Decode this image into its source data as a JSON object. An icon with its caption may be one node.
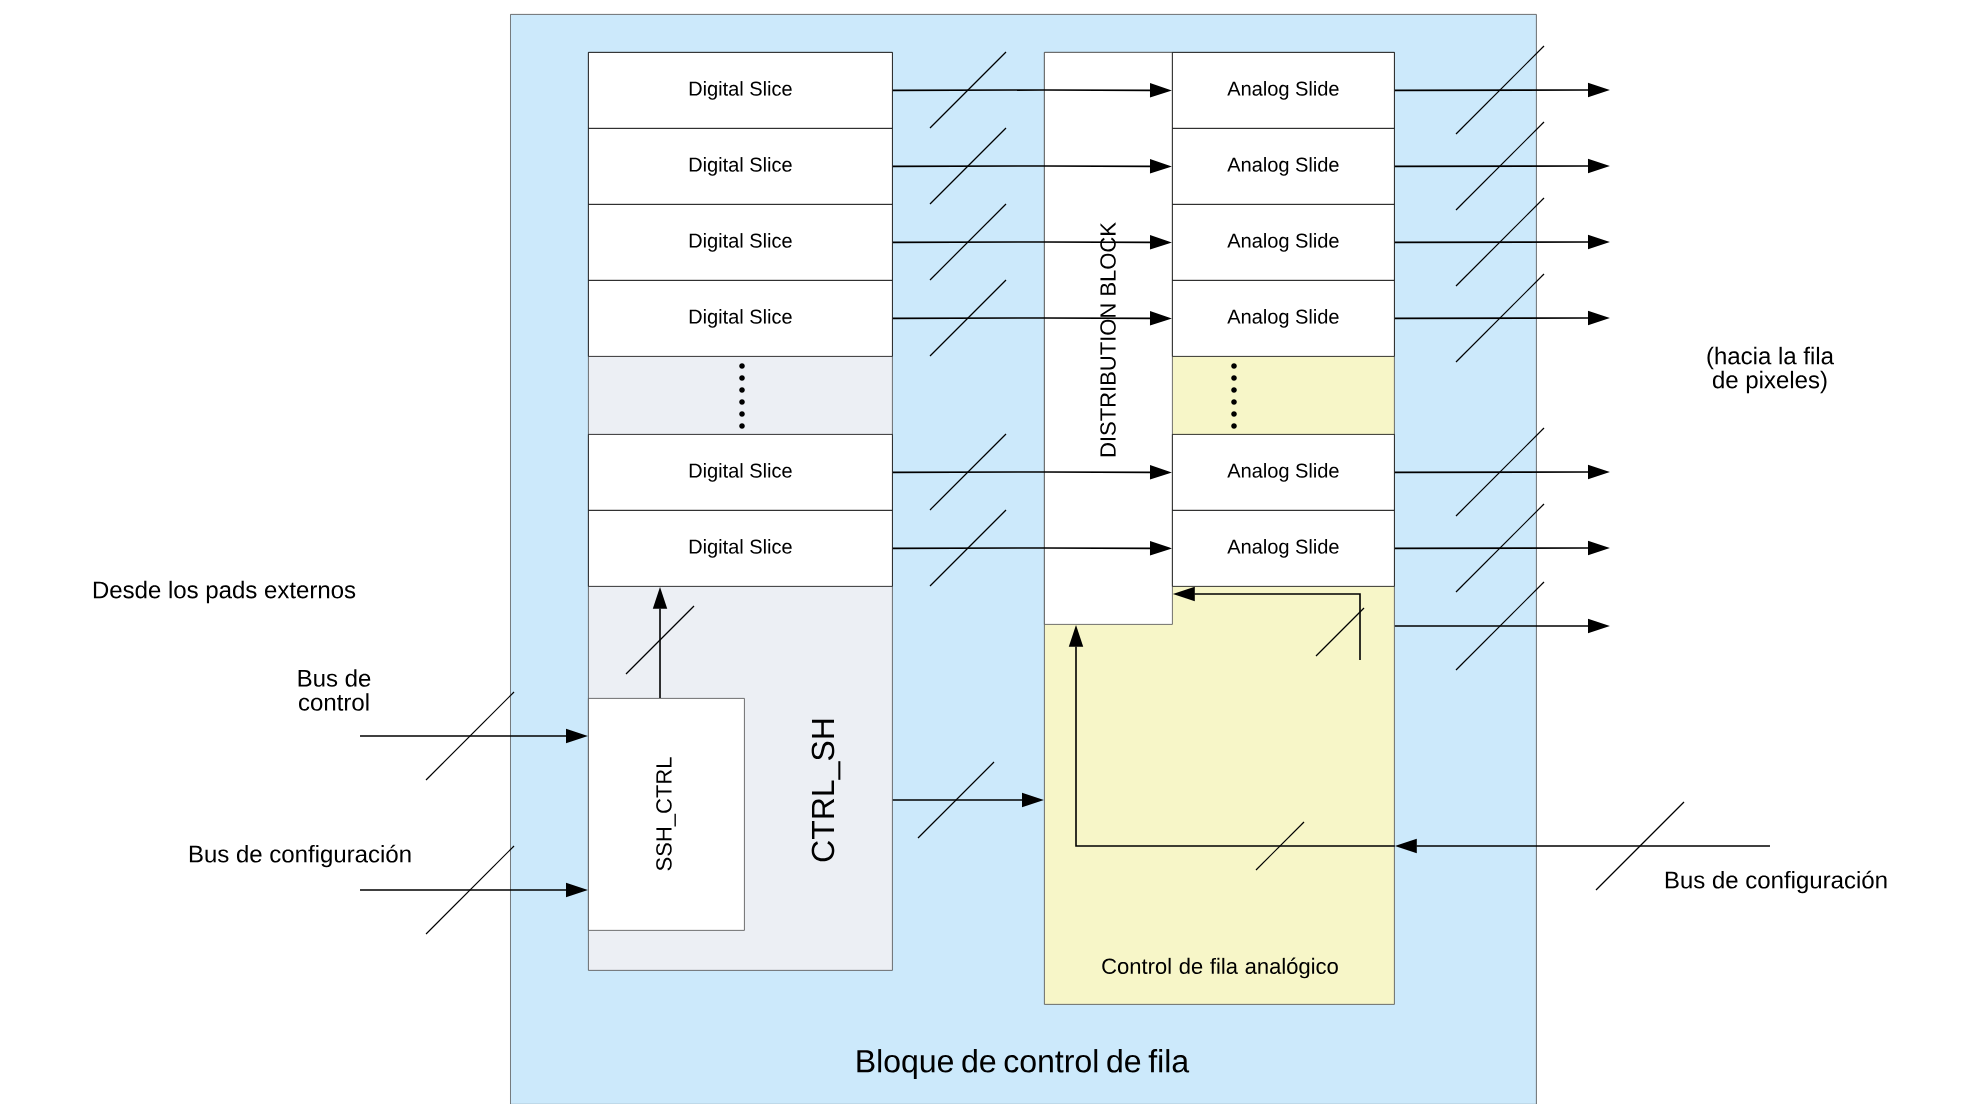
{
  "diagram": {
    "nodes": [
      {
        "text": [
          "Bloque de control de fila"
        ]
      },
      {
        "text": [
          "CTRL_SH"
        ],
        "in": 0
      },
      {
        "text": [
          "Digital Slice"
        ],
        "in": 1
      },
      {
        "text": [
          "Digital Slice"
        ],
        "in": 1
      },
      {
        "text": [
          "Digital Slice"
        ],
        "in": 1
      },
      {
        "text": [
          "Digital Slice"
        ],
        "in": 1
      },
      {
        "text": [
          "Digital Slice"
        ],
        "in": 1
      },
      {
        "text": [
          "Digital Slice"
        ],
        "in": 1
      },
      {
        "text": [
          "SSH_CTRL"
        ],
        "in": 1
      },
      {
        "text": [
          "Control de fila analógico"
        ],
        "in": 0
      },
      {
        "text": [
          "DISTRIBUTION BLOCK"
        ],
        "in": 9
      },
      {
        "text": [
          "Analog Slide"
        ],
        "in": 9
      },
      {
        "text": [
          "Analog Slide"
        ],
        "in": 9
      },
      {
        "text": [
          "Analog Slide"
        ],
        "in": 9
      },
      {
        "text": [
          "Analog Slide"
        ],
        "in": 9
      },
      {
        "text": [
          "Analog Slide"
        ],
        "in": 9
      },
      {
        "text": [
          "Analog Slide"
        ],
        "in": 9
      }
    ],
    "edges": [
      {
        "from": 2,
        "to": 10,
        "arrow": "none"
      },
      {
        "from": 3,
        "to": 10,
        "arrow": "none"
      },
      {
        "from": 4,
        "to": 10,
        "arrow": "none"
      },
      {
        "from": 5,
        "to": 10,
        "arrow": "none"
      },
      {
        "from": 6,
        "to": 10,
        "arrow": "none"
      },
      {
        "from": 7,
        "to": 10,
        "arrow": "none"
      },
      {
        "from": 10,
        "to": 11,
        "arrow": "to"
      },
      {
        "from": 10,
        "to": 12,
        "arrow": "to"
      },
      {
        "from": 10,
        "to": 13,
        "arrow": "to"
      },
      {
        "from": 10,
        "to": 14,
        "arrow": "to"
      },
      {
        "from": 10,
        "to": 15,
        "arrow": "to"
      },
      {
        "from": 10,
        "to": 16,
        "arrow": "to"
      },
      {
        "from": 11,
        "to": null,
        "arrow": "to"
      },
      {
        "from": 12,
        "to": null,
        "arrow": "to"
      },
      {
        "from": 13,
        "to": null,
        "arrow": "to"
      },
      {
        "from": 14,
        "to": null,
        "arrow": "to"
      },
      {
        "from": 15,
        "to": null,
        "arrow": "to"
      },
      {
        "from": 16,
        "to": null,
        "arrow": "to"
      },
      {
        "from": 9,
        "to": null,
        "arrow": "to"
      },
      {
        "from": null,
        "to": 8,
        "arrow": "to",
        "label": "Bus de control"
      },
      {
        "from": null,
        "to": 8,
        "arrow": "to",
        "label": "Bus de configuración"
      },
      {
        "from": 8,
        "to": 7,
        "arrow": "to"
      },
      {
        "from": 1,
        "to": 9,
        "arrow": "to"
      },
      {
        "from": null,
        "to": 9,
        "arrow": "to",
        "label": "Bus de configuración"
      },
      {
        "from": 9,
        "to": 10,
        "arrow": "to"
      },
      {
        "from": 9,
        "to": 10,
        "arrow": "to"
      }
    ],
    "labels": [
      "Desde los pads externos",
      "(hacia la fila de pixeles)"
    ]
  }
}
